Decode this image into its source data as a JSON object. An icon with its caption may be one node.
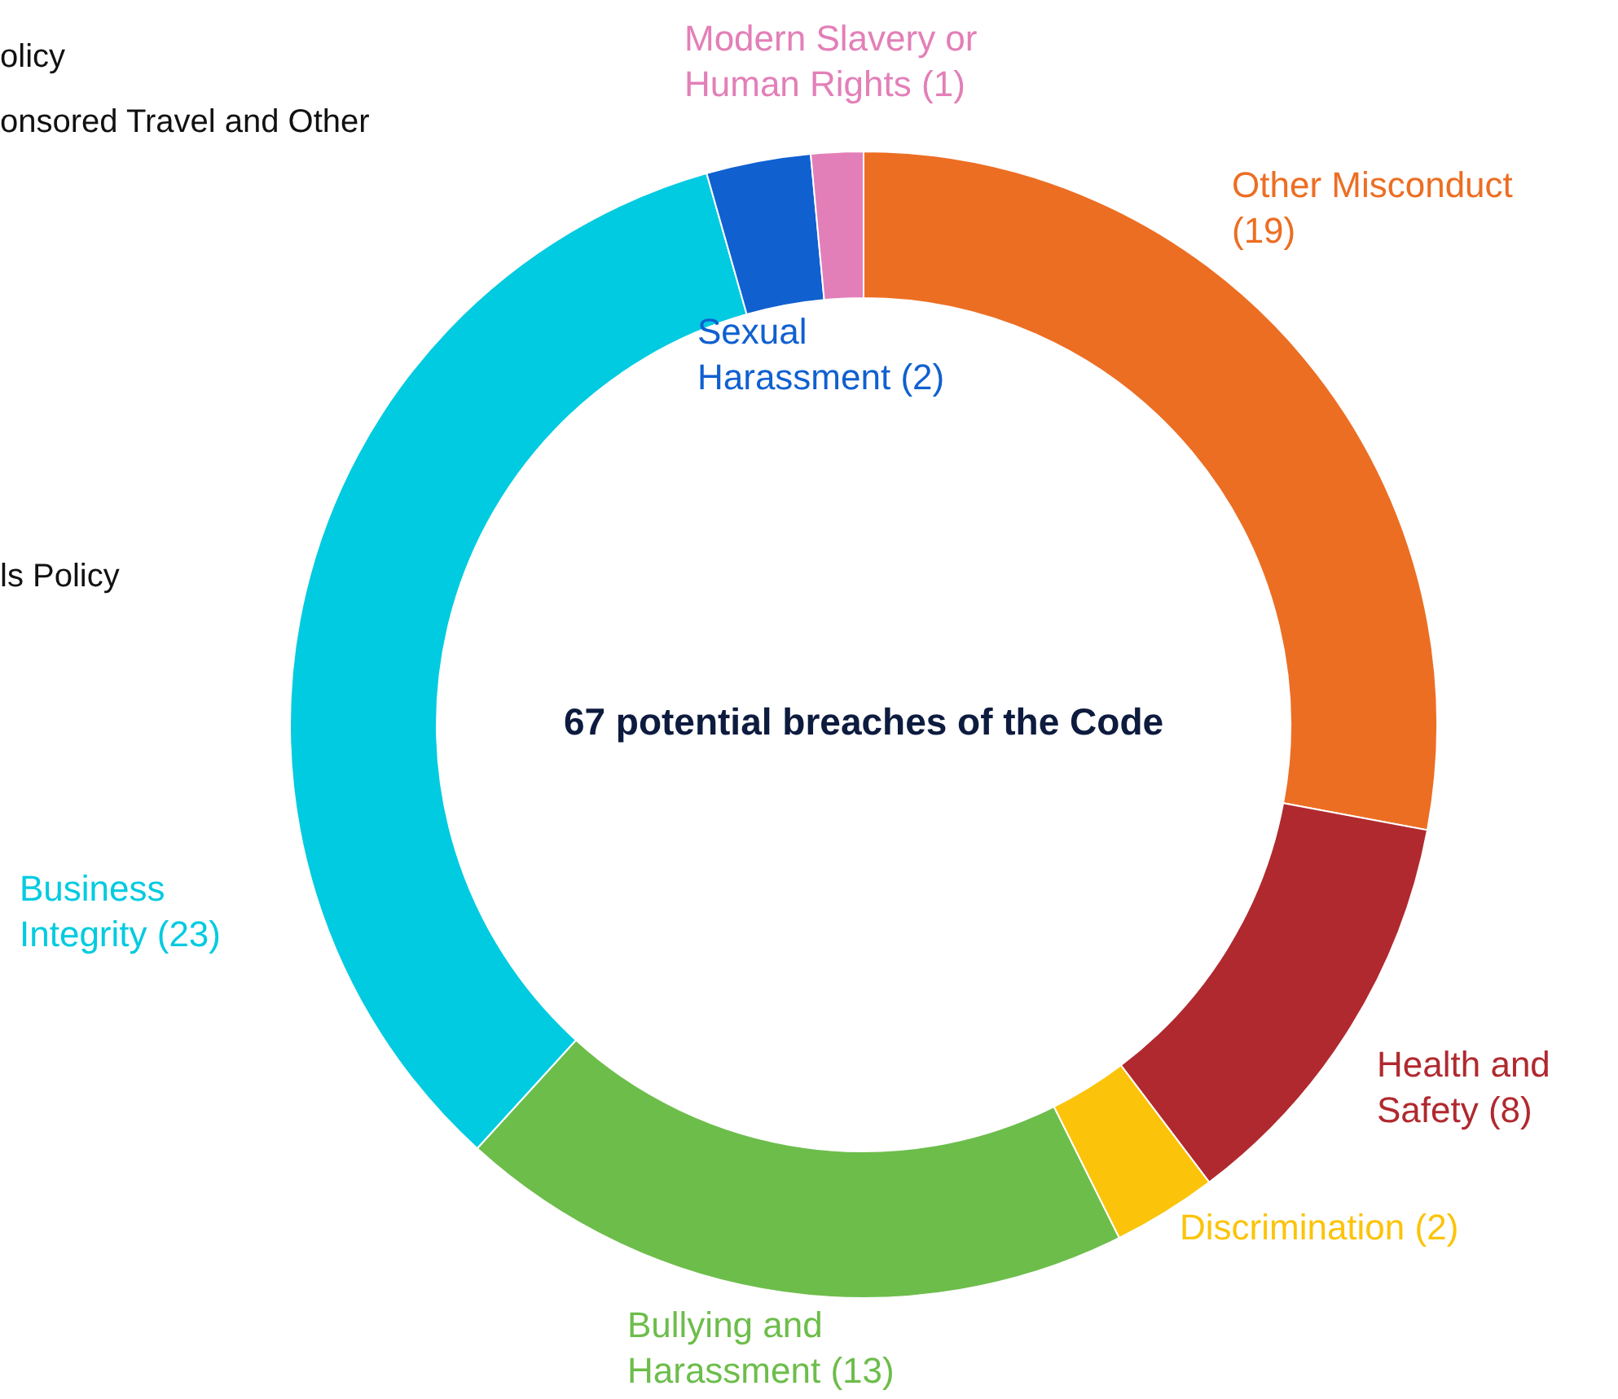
{
  "diagram": {
    "labels": [
      "olicy",
      "onsored Travel and Other",
      "ls Policy"
    ],
    "chart_data": {
      "type": "donut",
      "title": "67 potential breaches of the Code",
      "categories": [
        "Other Misconduct (19)",
        "Health and Safety (8)",
        "Discrimination (2)",
        "Bullying and Harassment (13)",
        "Business Integrity (23)",
        "Sexual Harassment (2)",
        "Modern Slavery or Human Rights (1)"
      ],
      "series": [
        {
          "values": [
            19,
            8,
            2,
            13,
            23,
            2,
            1
          ]
        }
      ]
    }
  }
}
